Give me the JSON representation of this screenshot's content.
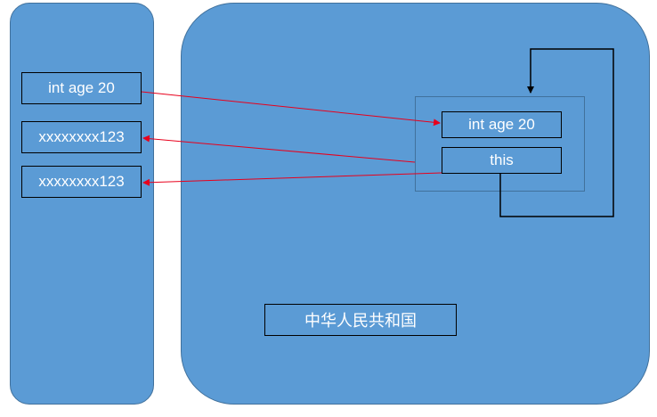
{
  "stack": {
    "items": [
      {
        "label": "int age 20"
      },
      {
        "label": "xxxxxxxx123"
      },
      {
        "label": "xxxxxxxx123"
      }
    ]
  },
  "heap": {
    "object": {
      "fields": [
        {
          "label": "int age 20"
        },
        {
          "label": "this"
        }
      ]
    },
    "string_constant": "中华人民共和国"
  },
  "colors": {
    "panel_fill": "#5b9bd5",
    "panel_border": "#41719c",
    "reference_arrow": "#e8001c",
    "self_reference_line": "#000000"
  }
}
